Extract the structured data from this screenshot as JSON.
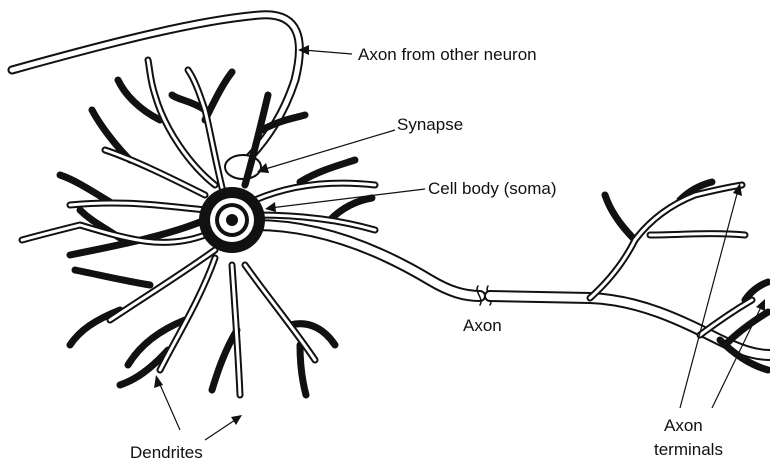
{
  "labels": {
    "axon_from_other_neuron": "Axon from other neuron",
    "synapse": "Synapse",
    "cell_body": "Cell body (soma)",
    "axon": "Axon",
    "dendrites": "Dendrites",
    "axon_terminals_line1": "Axon",
    "axon_terminals_line2": "terminals"
  },
  "colors": {
    "ink": "#111111",
    "background": "#ffffff"
  }
}
